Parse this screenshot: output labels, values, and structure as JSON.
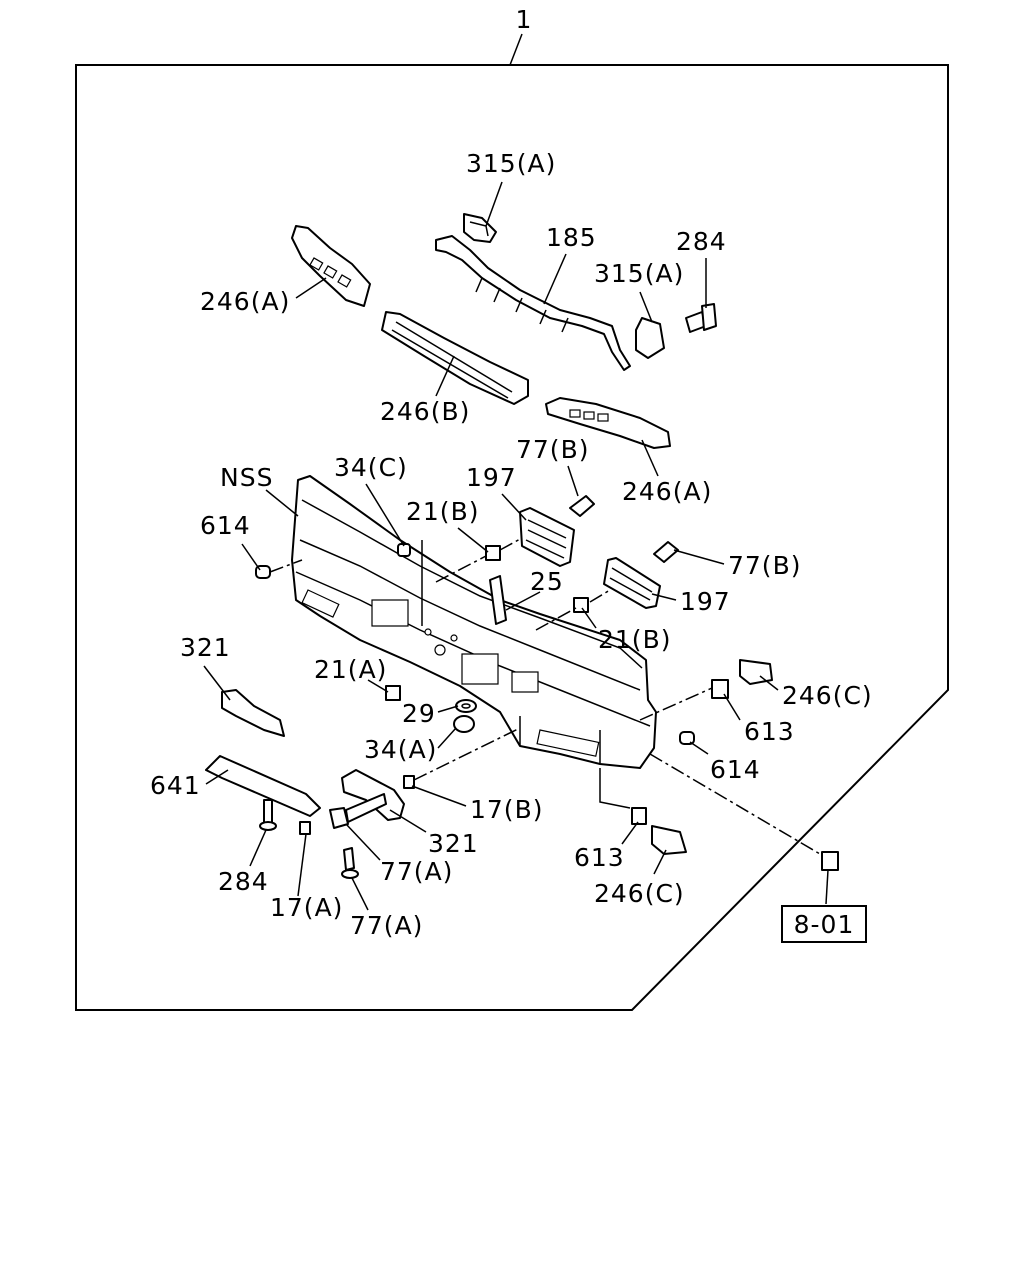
{
  "diagram": {
    "assembly_number": "1",
    "reference_box": "8-01",
    "callouts": [
      {
        "id": "c-315a-top",
        "text": "315(A)"
      },
      {
        "id": "c-185",
        "text": "185"
      },
      {
        "id": "c-284-top",
        "text": "284"
      },
      {
        "id": "c-315a-right",
        "text": "315(A)"
      },
      {
        "id": "c-246a-left",
        "text": "246(A)"
      },
      {
        "id": "c-246b",
        "text": "246(B)"
      },
      {
        "id": "c-77b-top",
        "text": "77(B)"
      },
      {
        "id": "c-246a-right",
        "text": "246(A)"
      },
      {
        "id": "c-nss",
        "text": "NSS"
      },
      {
        "id": "c-34c",
        "text": "34(C)"
      },
      {
        "id": "c-197-top",
        "text": "197"
      },
      {
        "id": "c-614-left",
        "text": "614"
      },
      {
        "id": "c-21b-top",
        "text": "21(B)"
      },
      {
        "id": "c-77b-right",
        "text": "77(B)"
      },
      {
        "id": "c-25",
        "text": "25"
      },
      {
        "id": "c-197-right",
        "text": "197"
      },
      {
        "id": "c-21b-right",
        "text": "21(B)"
      },
      {
        "id": "c-321-top",
        "text": "321"
      },
      {
        "id": "c-21a",
        "text": "21(A)"
      },
      {
        "id": "c-246c-top",
        "text": "246(C)"
      },
      {
        "id": "c-29",
        "text": "29"
      },
      {
        "id": "c-613-right",
        "text": "613"
      },
      {
        "id": "c-34a",
        "text": "34(A)"
      },
      {
        "id": "c-614-right",
        "text": "614"
      },
      {
        "id": "c-641",
        "text": "641"
      },
      {
        "id": "c-17b",
        "text": "17(B)"
      },
      {
        "id": "c-321-bottom",
        "text": "321"
      },
      {
        "id": "c-77a-mid",
        "text": "77(A)"
      },
      {
        "id": "c-613-bottom",
        "text": "613"
      },
      {
        "id": "c-284-bottom",
        "text": "284"
      },
      {
        "id": "c-246c-bottom",
        "text": "246(C)"
      },
      {
        "id": "c-17a",
        "text": "17(A)"
      },
      {
        "id": "c-77a-bottom",
        "text": "77(A)"
      }
    ]
  }
}
